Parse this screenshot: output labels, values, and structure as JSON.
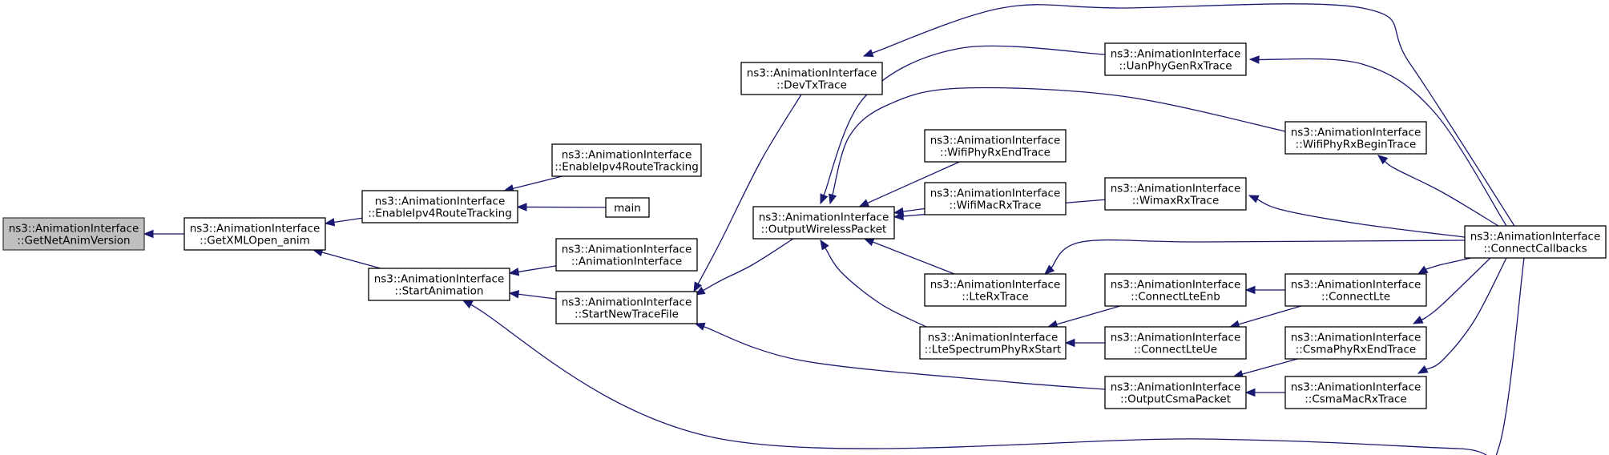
{
  "nodes": [
    {
      "id": "GetNetAnimVersion",
      "lines": [
        "ns3::AnimationInterface",
        "::GetNetAnimVersion"
      ],
      "root": true
    },
    {
      "id": "GetXMLOpen_anim",
      "lines": [
        "ns3::AnimationInterface",
        "::GetXMLOpen_anim"
      ]
    },
    {
      "id": "EnableIpv4RouteTracking_a",
      "lines": [
        "ns3::AnimationInterface",
        "::EnableIpv4RouteTracking"
      ]
    },
    {
      "id": "EnableIpv4RouteTracking_b",
      "lines": [
        "ns3::AnimationInterface",
        "::EnableIpv4RouteTracking"
      ]
    },
    {
      "id": "main",
      "lines": [
        "main"
      ]
    },
    {
      "id": "StartAnimation",
      "lines": [
        "ns3::AnimationInterface",
        "::StartAnimation"
      ]
    },
    {
      "id": "AnimationInterface",
      "lines": [
        "ns3::AnimationInterface",
        "::AnimationInterface"
      ]
    },
    {
      "id": "StartNewTraceFile",
      "lines": [
        "ns3::AnimationInterface",
        "::StartNewTraceFile"
      ]
    },
    {
      "id": "DevTxTrace",
      "lines": [
        "ns3::AnimationInterface",
        "::DevTxTrace"
      ]
    },
    {
      "id": "OutputWirelessPacket",
      "lines": [
        "ns3::AnimationInterface",
        "::OutputWirelessPacket"
      ]
    },
    {
      "id": "WifiPhyRxEndTrace",
      "lines": [
        "ns3::AnimationInterface",
        "::WifiPhyRxEndTrace"
      ]
    },
    {
      "id": "WifiMacRxTrace",
      "lines": [
        "ns3::AnimationInterface",
        "::WifiMacRxTrace"
      ]
    },
    {
      "id": "LteRxTrace",
      "lines": [
        "ns3::AnimationInterface",
        "::LteRxTrace"
      ]
    },
    {
      "id": "LteSpectrumPhyRxStart",
      "lines": [
        "ns3::AnimationInterface",
        "::LteSpectrumPhyRxStart"
      ]
    },
    {
      "id": "UanPhyGenRxTrace",
      "lines": [
        "ns3::AnimationInterface",
        "::UanPhyGenRxTrace"
      ]
    },
    {
      "id": "WifiPhyRxBeginTrace",
      "lines": [
        "ns3::AnimationInterface",
        "::WifiPhyRxBeginTrace"
      ]
    },
    {
      "id": "WimaxRxTrace",
      "lines": [
        "ns3::AnimationInterface",
        "::WimaxRxTrace"
      ]
    },
    {
      "id": "ConnectLteEnb",
      "lines": [
        "ns3::AnimationInterface",
        "::ConnectLteEnb"
      ]
    },
    {
      "id": "ConnectLteUe",
      "lines": [
        "ns3::AnimationInterface",
        "::ConnectLteUe"
      ]
    },
    {
      "id": "OutputCsmaPacket",
      "lines": [
        "ns3::AnimationInterface",
        "::OutputCsmaPacket"
      ]
    },
    {
      "id": "ConnectLte",
      "lines": [
        "ns3::AnimationInterface",
        "::ConnectLte"
      ]
    },
    {
      "id": "CsmaPhyRxEndTrace",
      "lines": [
        "ns3::AnimationInterface",
        "::CsmaPhyRxEndTrace"
      ]
    },
    {
      "id": "CsmaMacRxTrace",
      "lines": [
        "ns3::AnimationInterface",
        "::CsmaMacRxTrace"
      ]
    },
    {
      "id": "ConnectCallbacks",
      "lines": [
        "ns3::AnimationInterface",
        "::ConnectCallbacks"
      ]
    }
  ],
  "edges": [
    {
      "from": "GetXMLOpen_anim",
      "to": "GetNetAnimVersion"
    },
    {
      "from": "EnableIpv4RouteTracking_a",
      "to": "GetXMLOpen_anim"
    },
    {
      "from": "StartAnimation",
      "to": "GetXMLOpen_anim"
    },
    {
      "from": "EnableIpv4RouteTracking_b",
      "to": "EnableIpv4RouteTracking_a"
    },
    {
      "from": "main",
      "to": "EnableIpv4RouteTracking_a"
    },
    {
      "from": "AnimationInterface",
      "to": "StartAnimation"
    },
    {
      "from": "StartNewTraceFile",
      "to": "StartAnimation"
    },
    {
      "from": "ConnectCallbacks",
      "to": "StartAnimation"
    },
    {
      "from": "DevTxTrace",
      "to": "StartNewTraceFile"
    },
    {
      "from": "OutputWirelessPacket",
      "to": "StartNewTraceFile"
    },
    {
      "from": "OutputCsmaPacket",
      "to": "StartNewTraceFile"
    },
    {
      "from": "ConnectCallbacks",
      "to": "DevTxTrace"
    },
    {
      "from": "UanPhyGenRxTrace",
      "to": "OutputWirelessPacket"
    },
    {
      "from": "WifiPhyRxBeginTrace",
      "to": "OutputWirelessPacket"
    },
    {
      "from": "WifiPhyRxEndTrace",
      "to": "OutputWirelessPacket"
    },
    {
      "from": "WifiMacRxTrace",
      "to": "OutputWirelessPacket"
    },
    {
      "from": "WimaxRxTrace",
      "to": "OutputWirelessPacket"
    },
    {
      "from": "LteRxTrace",
      "to": "OutputWirelessPacket"
    },
    {
      "from": "LteSpectrumPhyRxStart",
      "to": "OutputWirelessPacket"
    },
    {
      "from": "ConnectCallbacks",
      "to": "UanPhyGenRxTrace"
    },
    {
      "from": "ConnectCallbacks",
      "to": "WifiPhyRxBeginTrace"
    },
    {
      "from": "ConnectCallbacks",
      "to": "WimaxRxTrace"
    },
    {
      "from": "ConnectCallbacks",
      "to": "LteRxTrace"
    },
    {
      "from": "ConnectLteEnb",
      "to": "LteSpectrumPhyRxStart"
    },
    {
      "from": "ConnectLteUe",
      "to": "LteSpectrumPhyRxStart"
    },
    {
      "from": "ConnectLte",
      "to": "ConnectLteEnb"
    },
    {
      "from": "ConnectLte",
      "to": "ConnectLteUe"
    },
    {
      "from": "CsmaPhyRxEndTrace",
      "to": "OutputCsmaPacket"
    },
    {
      "from": "CsmaMacRxTrace",
      "to": "OutputCsmaPacket"
    },
    {
      "from": "ConnectCallbacks",
      "to": "ConnectLte"
    },
    {
      "from": "ConnectCallbacks",
      "to": "CsmaPhyRxEndTrace"
    },
    {
      "from": "ConnectCallbacks",
      "to": "CsmaMacRxTrace"
    }
  ]
}
